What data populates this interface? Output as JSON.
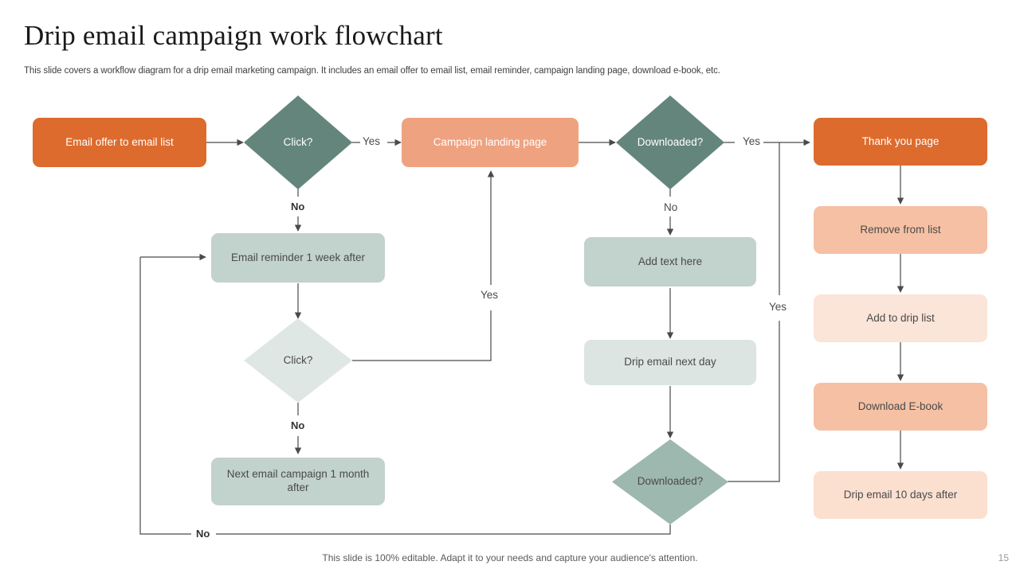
{
  "header": {
    "title": "Drip email campaign work flowchart",
    "subtitle": "This slide covers a workflow diagram for a drip email marketing campaign. It includes an email offer to email list, email reminder, campaign landing page, download e-book, etc."
  },
  "footer": {
    "note": "This slide is 100% editable. Adapt it to your needs and capture your audience's attention.",
    "page_number": "15"
  },
  "colors": {
    "orange_dark": "#DD6B2D",
    "salmon": "#EFA280",
    "salmon_light": "#F5C0A4",
    "salmon_lighter": "#FBE0D0",
    "salmon_lightest": "#FBE4D8",
    "green_dark": "#64857B",
    "green_mid": "#9DB8AE",
    "green_soft": "#C2D2CC",
    "green_pale": "#DCE5E2",
    "green_palest": "#DFE7E4",
    "line": "#4a4a4a",
    "text_light": "#ffffff",
    "text_dark": "#4a4a4a"
  },
  "chart_data": {
    "type": "diagram",
    "title": "Drip email campaign work flowchart",
    "nodes": [
      {
        "id": "email-offer",
        "label": "Email offer to email list",
        "shape": "box",
        "fill": "#DD6B2D",
        "text": "#ffffff"
      },
      {
        "id": "click-1",
        "label": "Click?",
        "shape": "diamond",
        "fill": "#64857B",
        "text": "#ffffff"
      },
      {
        "id": "campaign-landing",
        "label": "Campaign landing page",
        "shape": "box",
        "fill": "#EFA280",
        "text": "#ffffff"
      },
      {
        "id": "downloaded-1",
        "label": "Downloaded?",
        "shape": "diamond",
        "fill": "#64857B",
        "text": "#ffffff"
      },
      {
        "id": "thank-you",
        "label": "Thank you page",
        "shape": "box",
        "fill": "#DD6B2D",
        "text": "#ffffff"
      },
      {
        "id": "email-reminder",
        "label": "Email reminder 1 week after",
        "shape": "box",
        "fill": "#C2D2CC",
        "text": "#4a4a4a"
      },
      {
        "id": "add-text-here",
        "label": "Add text here",
        "shape": "box",
        "fill": "#C2D2CC",
        "text": "#4a4a4a"
      },
      {
        "id": "remove-from-list",
        "label": "Remove from list",
        "shape": "box",
        "fill": "#F5C0A4",
        "text": "#4a4a4a"
      },
      {
        "id": "click-2",
        "label": "Click?",
        "shape": "diamond",
        "fill": "#DFE7E4",
        "text": "#4a4a4a"
      },
      {
        "id": "drip-email-next",
        "label": "Drip email next day",
        "shape": "box",
        "fill": "#DCE5E2",
        "text": "#4a4a4a"
      },
      {
        "id": "add-to-drip-list",
        "label": "Add to drip list",
        "shape": "box",
        "fill": "#FBE4D8",
        "text": "#4a4a4a"
      },
      {
        "id": "next-campaign",
        "label": "Next email campaign 1 month after",
        "shape": "box",
        "fill": "#C2D2CC",
        "text": "#4a4a4a"
      },
      {
        "id": "downloaded-2",
        "label": "Downloaded?",
        "shape": "diamond",
        "fill": "#9DB8AE",
        "text": "#4a4a4a"
      },
      {
        "id": "download-ebook",
        "label": "Download E-book",
        "shape": "box",
        "fill": "#F5C0A4",
        "text": "#4a4a4a"
      },
      {
        "id": "drip-email-10days",
        "label": "Drip email 10 days after",
        "shape": "box",
        "fill": "#FBE0D0",
        "text": "#4a4a4a"
      }
    ],
    "edges": [
      {
        "from": "email-offer",
        "to": "click-1",
        "label": ""
      },
      {
        "from": "click-1",
        "to": "campaign-landing",
        "label": "Yes"
      },
      {
        "from": "click-1",
        "to": "email-reminder",
        "label": "No"
      },
      {
        "from": "campaign-landing",
        "to": "downloaded-1",
        "label": ""
      },
      {
        "from": "downloaded-1",
        "to": "thank-you",
        "label": "Yes"
      },
      {
        "from": "downloaded-1",
        "to": "add-text-here",
        "label": "No"
      },
      {
        "from": "email-reminder",
        "to": "click-2",
        "label": ""
      },
      {
        "from": "click-2",
        "to": "campaign-landing",
        "label": "Yes"
      },
      {
        "from": "click-2",
        "to": "next-campaign",
        "label": "No"
      },
      {
        "from": "add-text-here",
        "to": "drip-email-next",
        "label": ""
      },
      {
        "from": "drip-email-next",
        "to": "downloaded-2",
        "label": ""
      },
      {
        "from": "downloaded-2",
        "to": "thank-you",
        "label": "Yes"
      },
      {
        "from": "downloaded-2",
        "to": "email-reminder",
        "label": "No"
      },
      {
        "from": "thank-you",
        "to": "remove-from-list",
        "label": ""
      },
      {
        "from": "remove-from-list",
        "to": "add-to-drip-list",
        "label": ""
      },
      {
        "from": "add-to-drip-list",
        "to": "download-ebook",
        "label": ""
      },
      {
        "from": "download-ebook",
        "to": "drip-email-10days",
        "label": ""
      }
    ],
    "edge_labels": [
      {
        "id": "yes-click1",
        "text": "Yes"
      },
      {
        "id": "no-click1",
        "text": "No"
      },
      {
        "id": "yes-downloaded1",
        "text": "Yes"
      },
      {
        "id": "no-downloaded1",
        "text": "No"
      },
      {
        "id": "yes-click2",
        "text": "Yes"
      },
      {
        "id": "no-click2",
        "text": "No"
      },
      {
        "id": "yes-downloaded2",
        "text": "Yes"
      },
      {
        "id": "no-downloaded2",
        "text": "No"
      }
    ]
  }
}
